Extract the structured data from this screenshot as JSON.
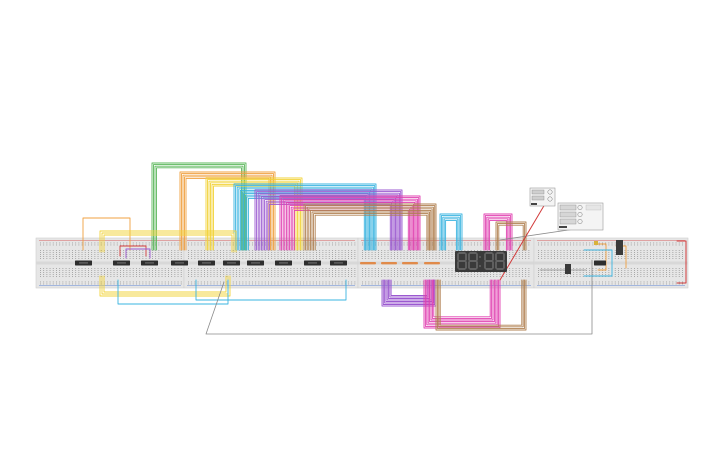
{
  "circuit": {
    "colors": {
      "board": "#e6e6e6",
      "board_edge": "#cfcfcf",
      "hole": "#9a9a9a",
      "rail_red": "#d23b3b",
      "rail_blue": "#3b6fd2",
      "chip": "#2e2e2e",
      "display_bg": "#3a3a3a",
      "segment": "#6f6f6f",
      "resistor": "#e08a4a",
      "module": "#f4f4f4",
      "module_edge": "#9a9a9a"
    },
    "wire_groups": [
      {
        "name": "green-bus",
        "color": "#5cb85c"
      },
      {
        "name": "orange-bus",
        "color": "#f0a040"
      },
      {
        "name": "yellow-bus",
        "color": "#f2d33a"
      },
      {
        "name": "cyan-bus",
        "color": "#3ab4e0"
      },
      {
        "name": "purple-bus",
        "color": "#9b59d0"
      },
      {
        "name": "magenta-bus",
        "color": "#e040b0"
      },
      {
        "name": "brown-bus",
        "color": "#b08050"
      },
      {
        "name": "gray-bus",
        "color": "#8a8a8a"
      },
      {
        "name": "red-bus",
        "color": "#d23b3b"
      }
    ],
    "chips": {
      "count": 10
    },
    "resistors": {
      "count": 4
    },
    "display": {
      "digits": 4
    },
    "modules": {
      "count": 2
    }
  }
}
